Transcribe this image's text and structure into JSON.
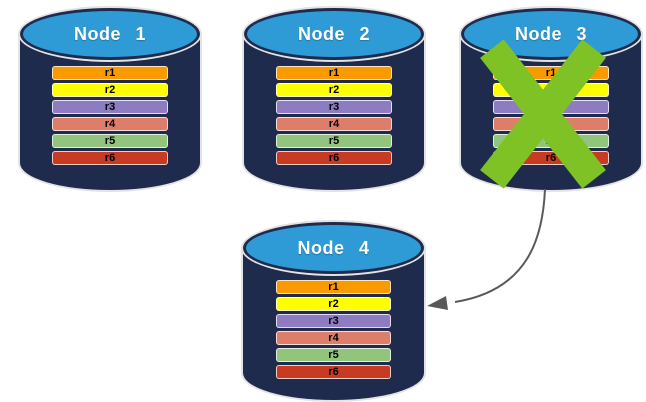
{
  "diagram": {
    "nodes": [
      {
        "name": "Node 1",
        "failed": false
      },
      {
        "name": "Node 2",
        "failed": false
      },
      {
        "name": "Node 3",
        "failed": true
      },
      {
        "name": "Node 4",
        "failed": false
      }
    ],
    "rows": [
      {
        "label": "r1",
        "color": "#F89A00"
      },
      {
        "label": "r2",
        "color": "#FFFF00"
      },
      {
        "label": "r3",
        "color": "#8E7CC3"
      },
      {
        "label": "r4",
        "color": "#DD7E6B"
      },
      {
        "label": "r5",
        "color": "#93C47D"
      },
      {
        "label": "r6",
        "color": "#C63B22"
      }
    ],
    "arrow": {
      "from": "Node 3",
      "to": "Node 4"
    },
    "colors": {
      "cylinder_body": "#1E2B4D",
      "cylinder_top": "#2E9BD6",
      "outline": "#E3E3E3",
      "failure_x": "#7EC226",
      "arrow": "#595959",
      "row_text": "#000000",
      "title_text": "#FFFFFF",
      "background": "#FFFFFF"
    }
  }
}
